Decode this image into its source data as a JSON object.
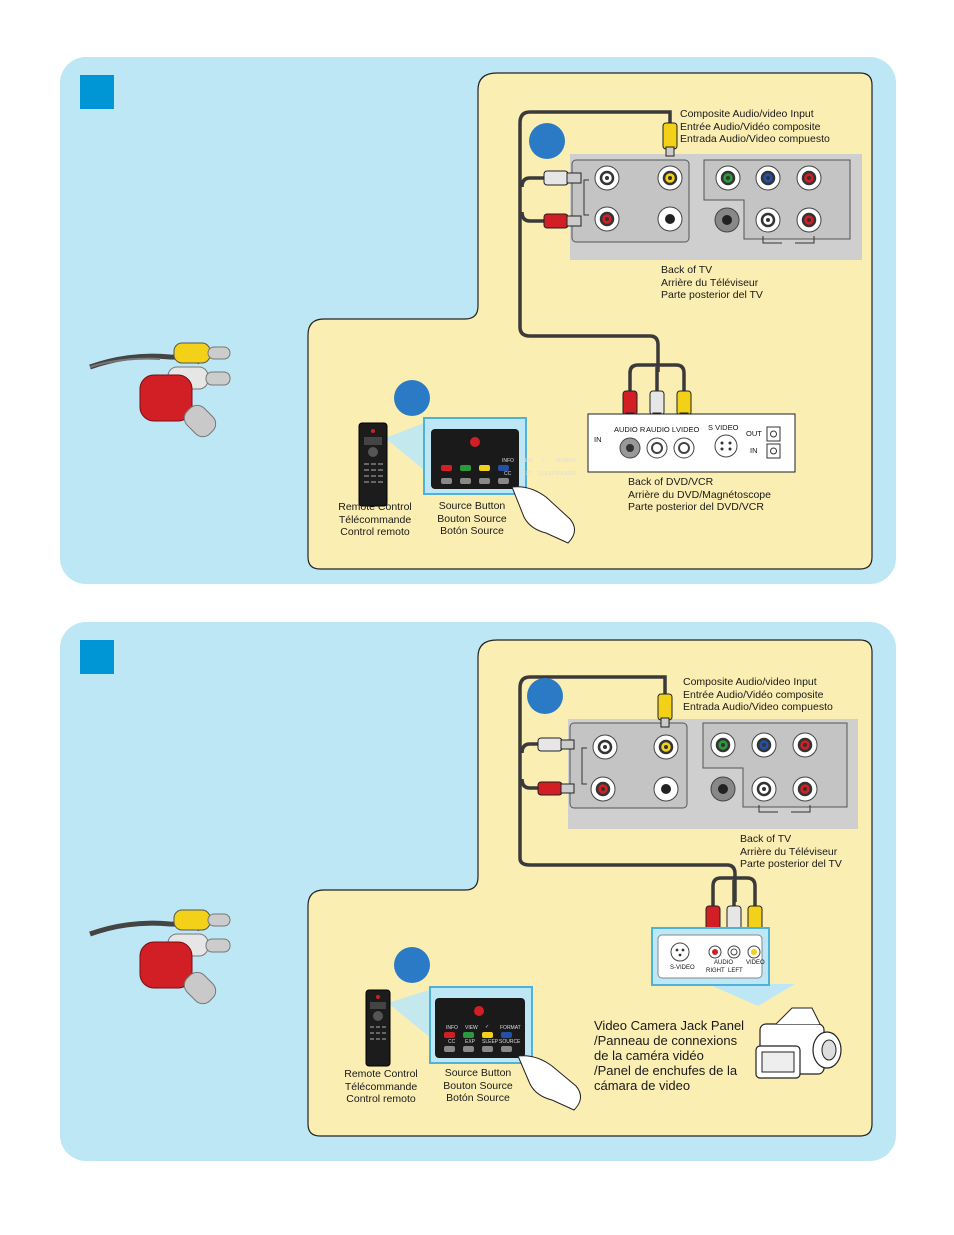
{
  "panel1": {
    "composite_input": [
      "Composite Audio/video Input",
      "Entrée Audio/Vidéo composite",
      "Entrada Audio/Video compuesto"
    ],
    "back_of_tv": [
      "Back of TV",
      "Arrière du Téléviseur",
      "Parte posterior del TV"
    ],
    "back_of_dvd": [
      "Back of DVD/VCR",
      "Arrière du DVD/Magnétoscope",
      "Parte posterior del DVD/VCR"
    ],
    "remote": [
      "Remote Control",
      "Télécommande",
      "Control remoto"
    ],
    "source_button": [
      "Source Button",
      "Bouton Source",
      "Botón Source"
    ],
    "dvd_jacks": {
      "in": "IN",
      "audio_r": "AUDIO R",
      "audio_l": "AUDIO L",
      "video": "VIDEO",
      "s_video": "S VIDEO",
      "out": "OUT",
      "in2": "IN"
    }
  },
  "panel2": {
    "composite_input": [
      "Composite Audio/video Input",
      "Entrée Audio/Vidéo composite",
      "Entrada Audio/Video compuesto"
    ],
    "back_of_tv": [
      "Back of TV",
      "Arrière du Téléviseur",
      "Parte posterior del TV"
    ],
    "camera_panel": [
      "Video Camera Jack Panel",
      "/Panneau de connexions",
      "de la caméra vidéo",
      "/Panel de enchufes de la",
      "cámara de video"
    ],
    "remote": [
      "Remote Control",
      "Télécommande",
      "Control remoto"
    ],
    "source_button": [
      "Source Button",
      "Bouton Source",
      "Botón Source"
    ],
    "cam_jacks": {
      "s_video": "S-VIDEO",
      "audio": "AUDIO",
      "right": "RIGHT",
      "left": "LEFT",
      "video": "VIDEO"
    }
  },
  "remote_buttons": {
    "info": "INFO",
    "view": "VIEW",
    "check": "✓",
    "format": "FORMAT",
    "cc": "CC",
    "exp": "EXP",
    "sleep": "SLEEP",
    "source": "SOURCE"
  },
  "colors": {
    "panel_bg": "#bde7f4",
    "inner_bg": "#fbeeb3",
    "step_marker": "#0096d6",
    "badge": "#2b7ac6",
    "cable": "#3a3a3a",
    "red": "#d21f26",
    "white": "#e6e6e6",
    "yellow": "#f3d118",
    "green": "#2b9a3c",
    "blue": "#2450a8"
  }
}
